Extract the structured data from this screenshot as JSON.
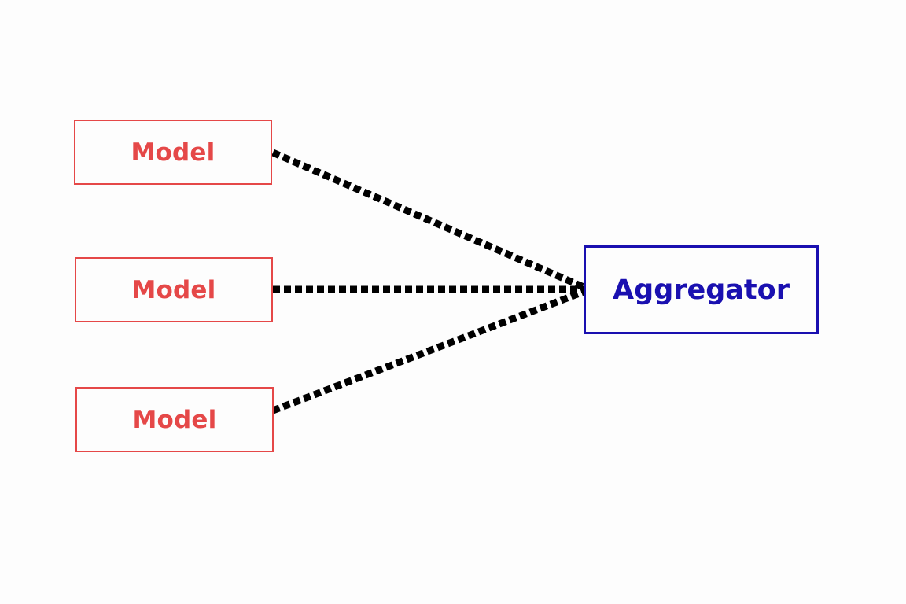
{
  "models": [
    {
      "label": "Model"
    },
    {
      "label": "Model"
    },
    {
      "label": "Model"
    }
  ],
  "aggregator": {
    "label": "Aggregator"
  },
  "colors": {
    "background": "#fdfdfd",
    "model": "#e54848",
    "aggregator": "#1a10b0",
    "connector": "#000000"
  }
}
